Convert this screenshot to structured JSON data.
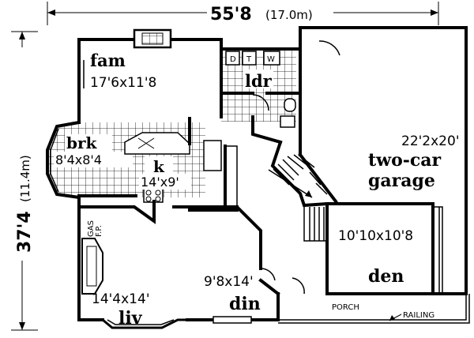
{
  "overall": {
    "width_label": "55'8",
    "width_metric": "(17.0m)",
    "depth_label": "37'4",
    "depth_metric": "(11.4m)"
  },
  "rooms": {
    "fam": {
      "name": "fam",
      "size": "17'6x11'8"
    },
    "ldr": {
      "name": "ldr"
    },
    "washer_dryer": {
      "d": "D",
      "t": "T",
      "w": "W"
    },
    "brk": {
      "name": "brk",
      "size": "8'4x8'4"
    },
    "kitchen": {
      "name": "k",
      "size": "14'x9'"
    },
    "garage": {
      "size": "22'2x20'",
      "name_line1": "two-car",
      "name_line2": "garage"
    },
    "den": {
      "size": "10'10x10'8",
      "name": "den"
    },
    "din": {
      "size": "9'8x14'",
      "name": "din"
    },
    "liv": {
      "size": "14'4x14'",
      "name": "liv"
    }
  },
  "labels": {
    "gas_fp_line1": "GAS",
    "gas_fp_line2": "F.P.",
    "porch": "PORCH",
    "railing": "RAILING"
  }
}
